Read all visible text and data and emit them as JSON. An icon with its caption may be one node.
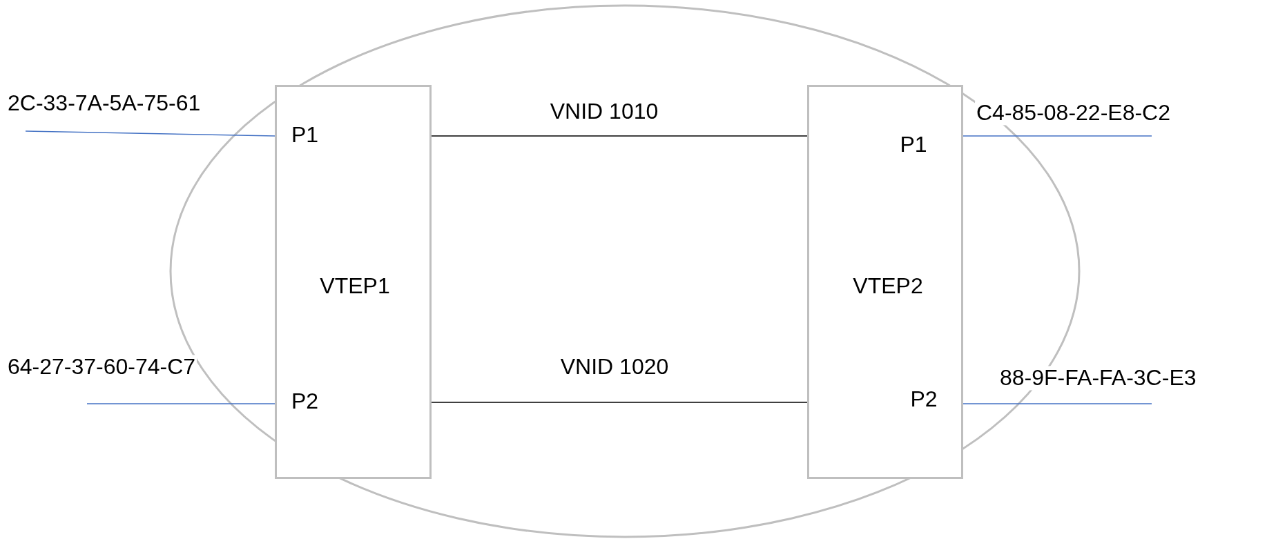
{
  "diagram": {
    "nodes": [
      {
        "text": [
          "P1",
          "VTEP1",
          "P2"
        ]
      },
      {
        "text": [
          "P1",
          "VTEP2",
          "P2"
        ]
      }
    ],
    "edges": [
      {
        "from": null,
        "to": 0,
        "arrow": "none",
        "label": "2C-33-7A-5A-75-61"
      },
      {
        "from": null,
        "to": 0,
        "arrow": "none",
        "label": "64-27-37-60-74-C7"
      },
      {
        "from": 0,
        "to": 1,
        "arrow": "none",
        "label": "VNID 1010",
        "color": "#000000"
      },
      {
        "from": 0,
        "to": 1,
        "arrow": "none",
        "label": "VNID 1020",
        "color": "#000000"
      },
      {
        "from": 1,
        "to": null,
        "arrow": "none",
        "label": "C4-85-08-22-E8-C2"
      },
      {
        "from": 1,
        "to": null,
        "arrow": "none",
        "label": "88-9F-FA-FA-3C-E3"
      }
    ]
  }
}
